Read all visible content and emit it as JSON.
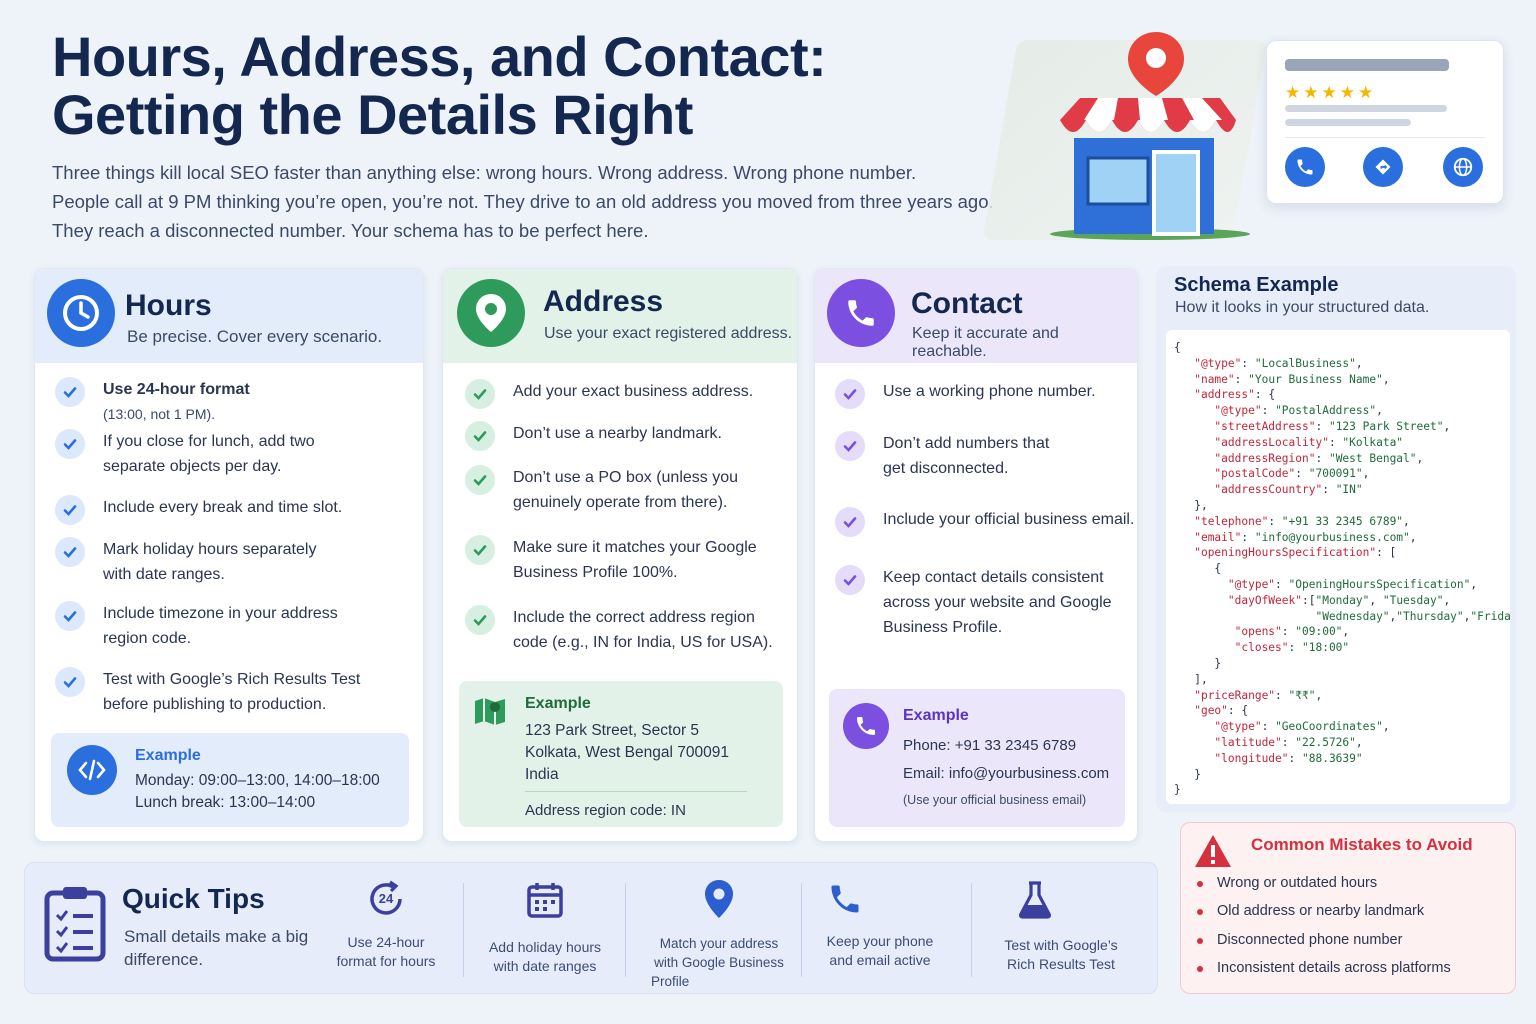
{
  "header": {
    "title_line1": "Hours, Address, and Contact:",
    "title_line2": "Getting the Details Right",
    "intro_line1": "Three things kill local SEO faster than anything else: wrong hours. Wrong address. Wrong phone number.",
    "intro_line2": "People call at 9 PM thinking you’re open, you’re not. They drive to an old address you moved from three years ago.",
    "intro_line3": "They reach a disconnected number. Your schema has to be perfect here."
  },
  "colors": {
    "hours_accent": "#2b6fdf",
    "address_accent": "#2e9a5c",
    "contact_accent": "#7b4fe0",
    "mistake_accent": "#d6303f"
  },
  "hours": {
    "title": "Hours",
    "subtitle": "Be precise. Cover every scenario.",
    "icon": "clock-icon",
    "items": [
      {
        "bold": "Use 24-hour format",
        "muted": "(13:00, not 1 PM)."
      },
      {
        "line1": "If you close for lunch, add two",
        "line2": "separate objects per day."
      },
      {
        "line1": "Include every break and time slot.",
        "line2": ""
      },
      {
        "line1": "Mark holiday hours separately",
        "line2": "with date ranges."
      },
      {
        "line1": "Include timezone in your address",
        "line2": "region code."
      },
      {
        "line1": "Test with Google’s Rich Results Test",
        "line2": "before publishing to production."
      }
    ],
    "example": {
      "title": "Example",
      "line1": "Monday: 09:00–13:00, 14:00–18:00",
      "line2": "Lunch break: 13:00–14:00"
    }
  },
  "address": {
    "title": "Address",
    "subtitle": "Use your exact registered address.",
    "icon": "map-pin-icon",
    "items": [
      {
        "line1": "Add your exact business address.",
        "line2": ""
      },
      {
        "line1": "Don’t use a nearby landmark.",
        "line2": ""
      },
      {
        "line1": "Don’t use a PO box (unless you",
        "line2": "genuinely operate from there)."
      },
      {
        "line1": "Make sure it matches your Google",
        "line2": "Business Profile 100%."
      },
      {
        "line1": "Include the correct address region",
        "line2": "code (e.g., IN for India, US for USA)."
      }
    ],
    "example": {
      "title": "Example",
      "line1": "123 Park Street, Sector 5",
      "line2": "Kolkata, West Bengal 700091",
      "line3": "India",
      "line4": "Address region code: IN"
    }
  },
  "contact": {
    "title": "Contact",
    "subtitle": "Keep it accurate and reachable.",
    "icon": "phone-icon",
    "items": [
      {
        "line1": "Use a working phone number.",
        "line2": "",
        "line3": ""
      },
      {
        "line1": "Don’t add numbers that",
        "line2": "get disconnected.",
        "line3": ""
      },
      {
        "line1": "Include your official business email.",
        "line2": "",
        "line3": ""
      },
      {
        "line1": "Keep contact details consistent",
        "line2": "across your website and Google",
        "line3": "Business Profile."
      }
    ],
    "example": {
      "title": "Example",
      "phone_label": "Phone:",
      "phone": "+91 33 2345 6789",
      "email_label": "Email:",
      "email": "info@yourbusiness.com",
      "note": "(Use your official business email)"
    }
  },
  "schema": {
    "title": "Schema Example",
    "subtitle": "How it looks in your structured data."
  },
  "tips": {
    "title": "Quick Tips",
    "subtitle_line1": "Small details make a big",
    "subtitle_line2": "difference.",
    "badge_24": "24",
    "items": [
      {
        "icon": "clock-24-icon",
        "line1": "Use 24-hour",
        "line2": "format for hours",
        "line3": ""
      },
      {
        "icon": "calendar-icon",
        "line1": "Add holiday hours",
        "line2": "with date ranges",
        "line3": ""
      },
      {
        "icon": "map-pin-icon",
        "line1": "Match your address",
        "line2": "with Google Business",
        "line3": "Profile"
      },
      {
        "icon": "phone-icon",
        "line1": "Keep your phone",
        "line2": "and email active",
        "line3": ""
      },
      {
        "icon": "flask-icon",
        "line1": "Test with Google’s",
        "line2": "Rich Results Test",
        "line3": ""
      }
    ]
  },
  "mistakes": {
    "title": "Common Mistakes to Avoid",
    "items": [
      "Wrong or outdated hours",
      "Old address or nearby landmark",
      "Disconnected phone number",
      "Inconsistent details across platforms"
    ]
  }
}
